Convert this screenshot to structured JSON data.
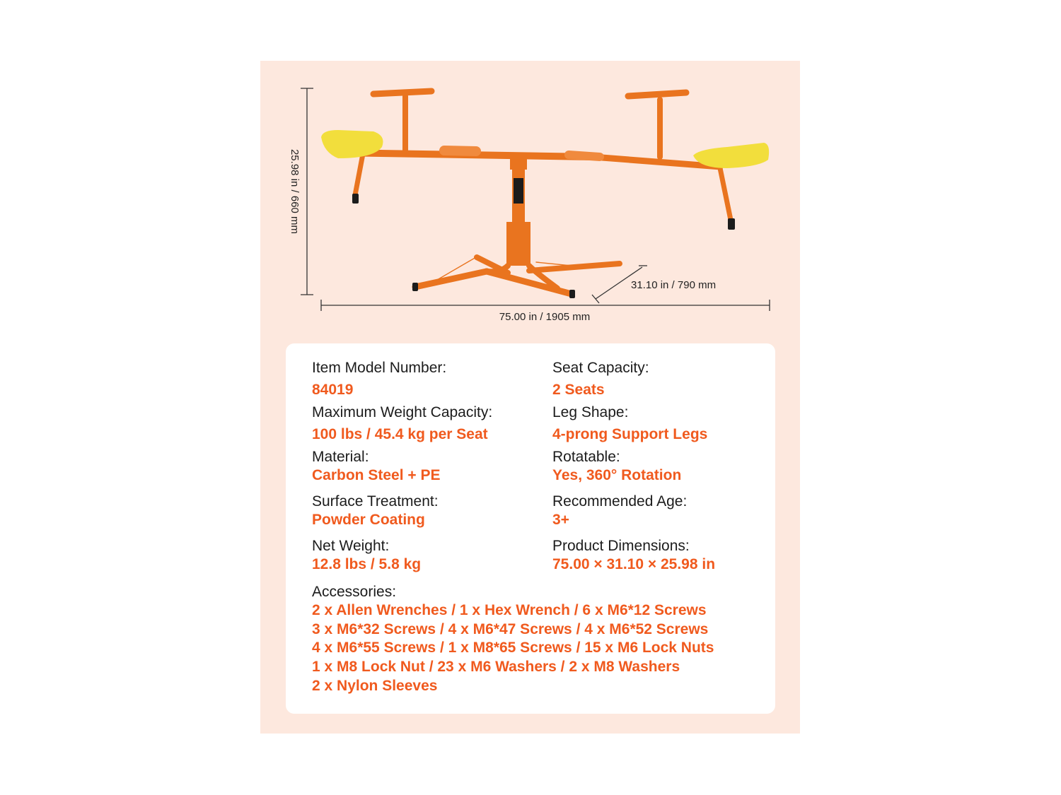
{
  "dimensions": {
    "height": "25.98 in / 660 mm",
    "depth": "31.10 in / 790 mm",
    "width": "75.00 in / 1905 mm"
  },
  "colors": {
    "panel_bg": "#fde8de",
    "frame": "#e9741f",
    "seat": "#f2de3c",
    "accent_text": "#f05a1e"
  },
  "specs": {
    "model": {
      "label": "Item Model Number:",
      "value": "84019"
    },
    "seat_capacity": {
      "label": "Seat Capacity:",
      "value": "2 Seats"
    },
    "max_weight": {
      "label": "Maximum Weight Capacity:",
      "value": "100 lbs / 45.4 kg per Seat"
    },
    "leg_shape": {
      "label": "Leg Shape:",
      "value": "4-prong Support Legs"
    },
    "material": {
      "label": "Material:",
      "value": "Carbon Steel + PE"
    },
    "rotatable": {
      "label": "Rotatable:",
      "value": "Yes, 360° Rotation"
    },
    "surface": {
      "label": "Surface Treatment:",
      "value": "Powder Coating"
    },
    "age": {
      "label": "Recommended Age:",
      "value": "3+"
    },
    "net_weight": {
      "label": "Net Weight:",
      "value": "12.8 lbs / 5.8 kg"
    },
    "dimensions": {
      "label": "Product Dimensions:",
      "value": "75.00 × 31.10 × 25.98 in"
    }
  },
  "accessories": {
    "label": "Accessories:",
    "lines": [
      "2 x Allen Wrenches / 1 x Hex Wrench / 6 x M6*12 Screws",
      "3 x M6*32 Screws / 4 x M6*47 Screws / 4 x M6*52 Screws",
      "4 x M6*55 Screws / 1 x M8*65 Screws / 15 x M6 Lock Nuts",
      "1 x M8 Lock Nut / 23 x M6 Washers / 2 x M8 Washers",
      "2 x Nylon Sleeves"
    ]
  }
}
